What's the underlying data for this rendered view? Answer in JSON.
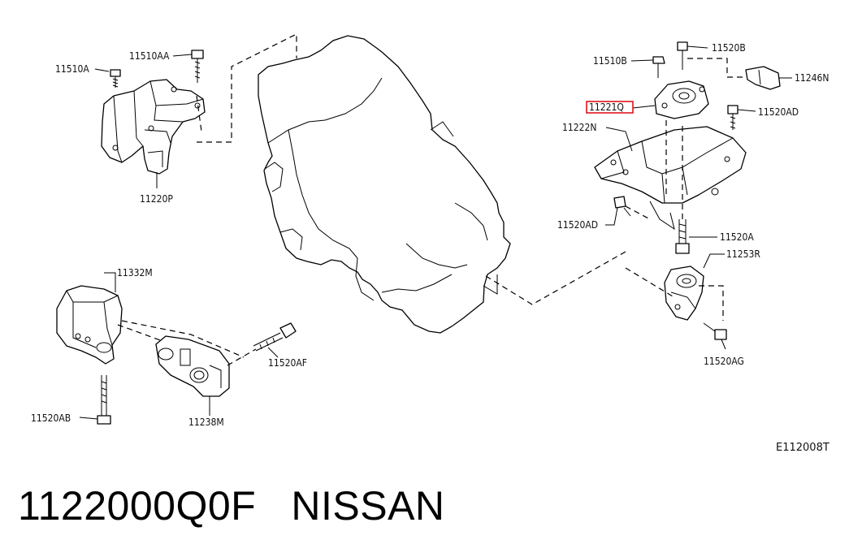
{
  "diagram": {
    "highlighted_part": "11221Q",
    "labels": {
      "p11510A": "11510A",
      "p11510AA": "11510AA",
      "p11220P": "11220P",
      "p11332M": "11332M",
      "p11520AB": "11520AB",
      "p11238M": "11238M",
      "p11520AF": "11520AF",
      "p11510B": "11510B",
      "p11520B": "11520B",
      "p11246N": "11246N",
      "p11221Q": "11221Q",
      "p11520AD_top": "11520AD",
      "p11222N": "11222N",
      "p11520AD_bottom": "11520AD",
      "p11520A": "11520A",
      "p11253R": "11253R",
      "p11520AG": "11520AG"
    },
    "reference_code": "E112008T",
    "highlight_color": "#e0141e"
  },
  "caption": {
    "part_number": "1122000Q0F",
    "brand": "NISSAN"
  }
}
